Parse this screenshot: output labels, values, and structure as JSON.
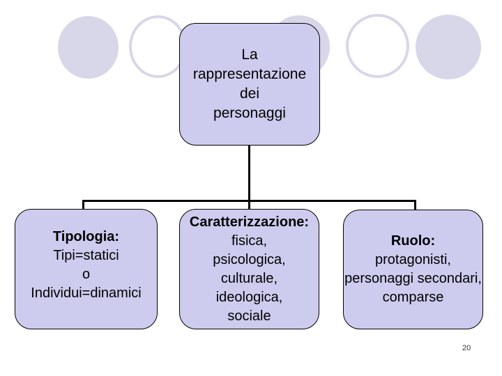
{
  "slide": {
    "page_number": "20",
    "background": "#ffffff"
  },
  "colors": {
    "node_fill": "#cdccee",
    "node_border": "#000000",
    "decorative_circle_fill": "#d8d7e9",
    "decorative_circle_outline": "#d8d7e9",
    "connector": "#000000",
    "text": "#000000",
    "slide_number_text": "#333333"
  },
  "diagram": {
    "root": {
      "lines": [
        "La",
        "rappresentazione",
        "dei",
        "personaggi"
      ]
    },
    "children": [
      {
        "title": "Tipologia:",
        "lines": [
          "Tipi=statici",
          "o",
          "Individui=dinamici"
        ]
      },
      {
        "title": "Caratterizzazione:",
        "lines": [
          "fisica,",
          "psicologica,",
          "culturale,",
          "ideologica,",
          "sociale"
        ]
      },
      {
        "title": "Ruolo:",
        "lines": [
          "protagonisti,",
          "personaggi secondari,",
          "comparse"
        ]
      }
    ]
  }
}
